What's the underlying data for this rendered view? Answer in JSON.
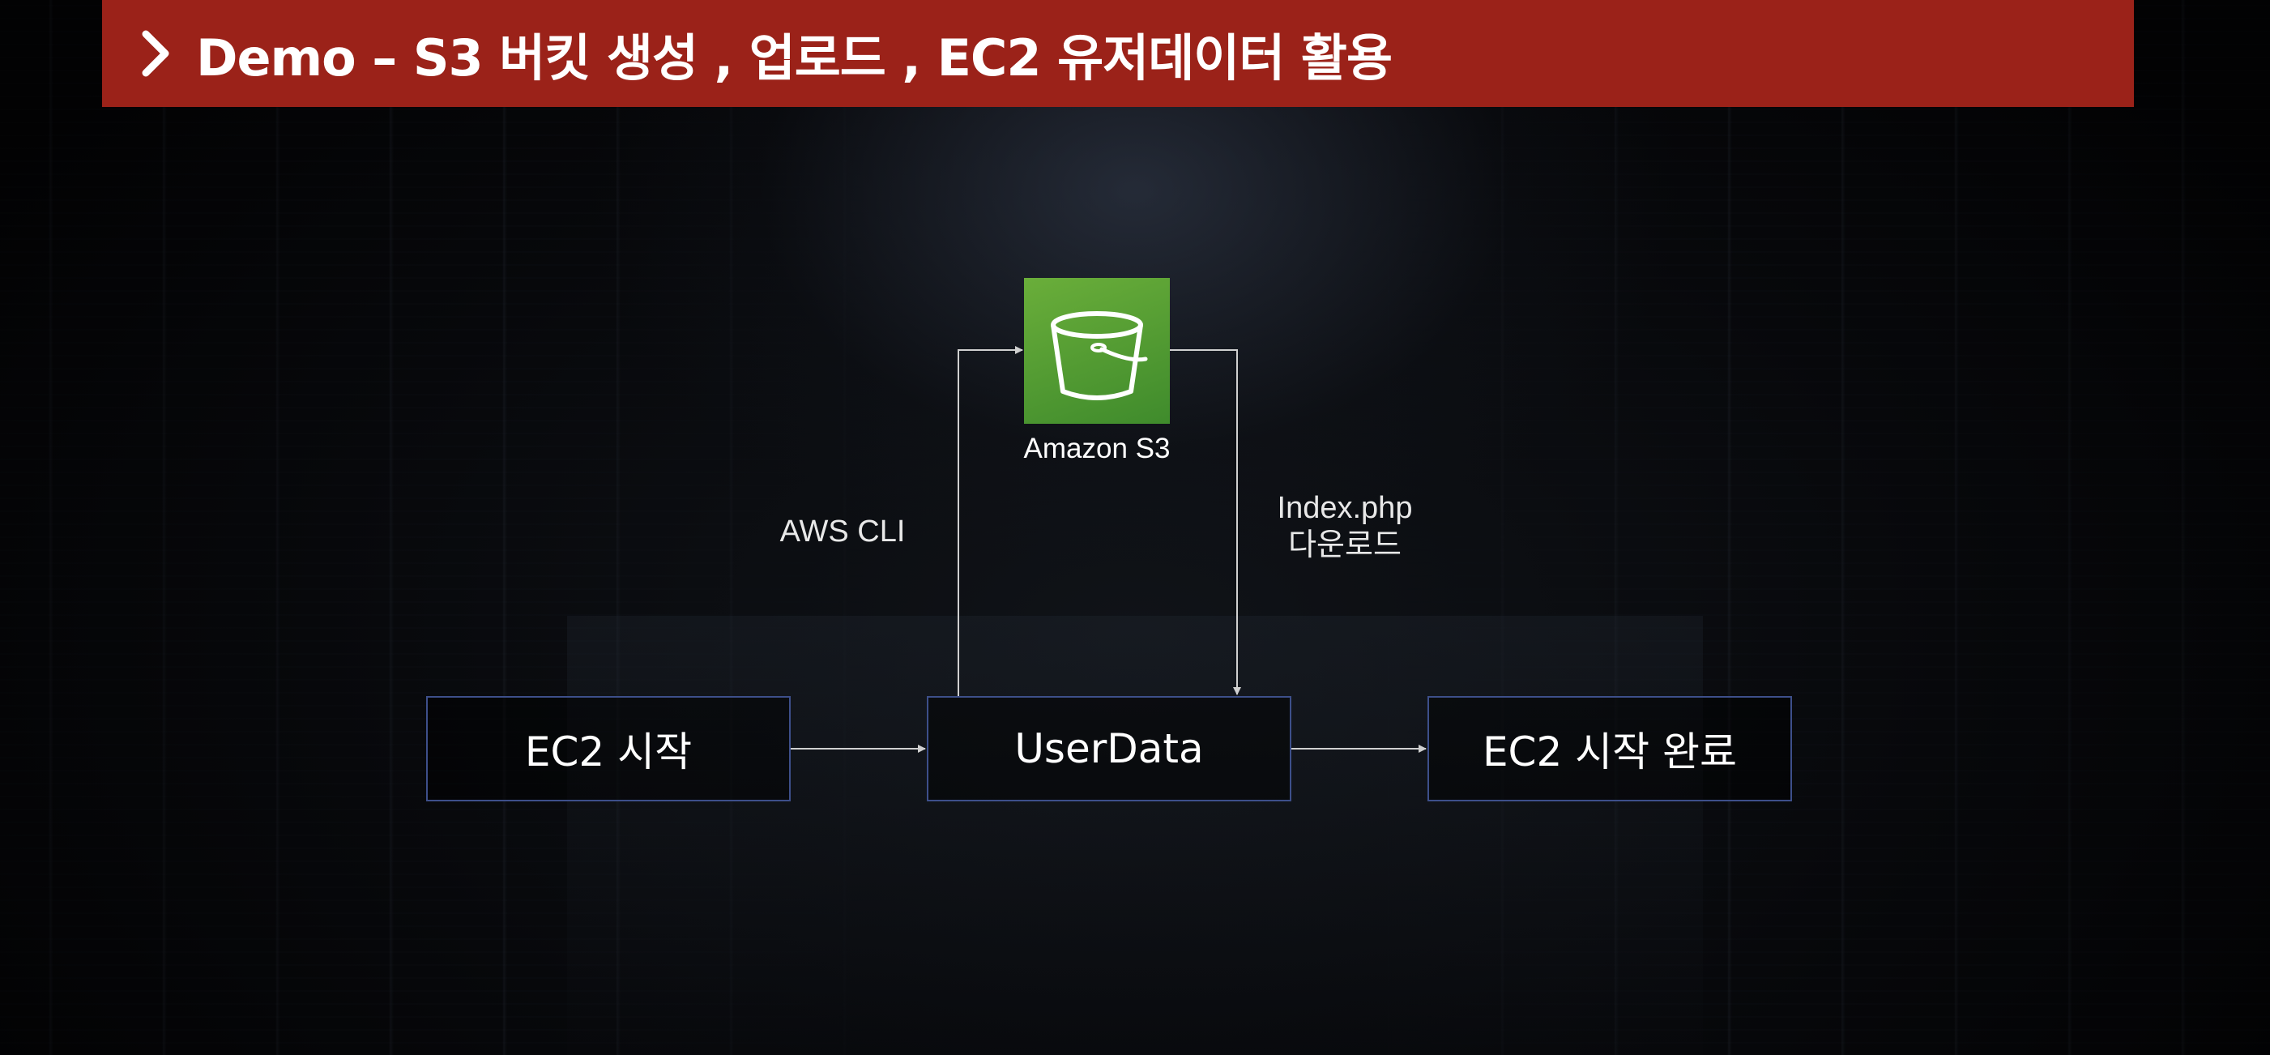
{
  "title": {
    "text": "Demo – S3 버킷 생성 , 업로드 , EC2 유저데이터 활용",
    "bar_color": "#9b2219",
    "icon": "chevron-right-icon"
  },
  "diagram": {
    "nodes": {
      "ec2_start": "EC2 시작",
      "userdata": "UserData",
      "ec2_done": "EC2 시작 완료",
      "s3": {
        "label": "Amazon S3",
        "icon": "s3-bucket-icon",
        "color": "#3f8b2c"
      }
    },
    "edges": {
      "aws_cli": "AWS CLI",
      "index_download": [
        "Index.php",
        "다운로드"
      ]
    },
    "colors": {
      "box_border": "#3d4f8a",
      "arrow": "#d0d0d0"
    }
  }
}
